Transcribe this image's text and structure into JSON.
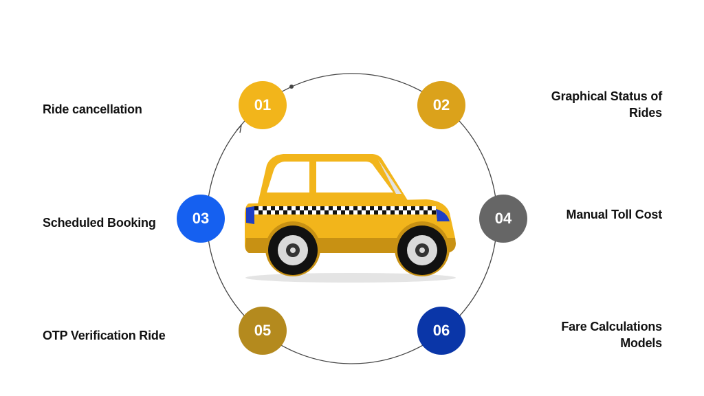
{
  "features": [
    {
      "number": "01",
      "label": "Ride cancellation",
      "color": "#F2B51B"
    },
    {
      "number": "02",
      "label": "Graphical Status of Rides",
      "color": "#DBA21B"
    },
    {
      "number": "03",
      "label": "Scheduled Booking",
      "color": "#1560F0"
    },
    {
      "number": "04",
      "label": "Manual Toll Cost",
      "color": "#666666"
    },
    {
      "number": "05",
      "label": "OTP Verification Ride",
      "color": "#B48A1E"
    },
    {
      "number": "06",
      "label": "Fare Calculations Models",
      "color": "#0A36A8"
    }
  ],
  "illustration": {
    "name": "taxi-car-icon",
    "body_color": "#F2B51B",
    "checker_color": "#111111",
    "light_color": "#1F3FC4"
  },
  "ring_color": "#444444"
}
